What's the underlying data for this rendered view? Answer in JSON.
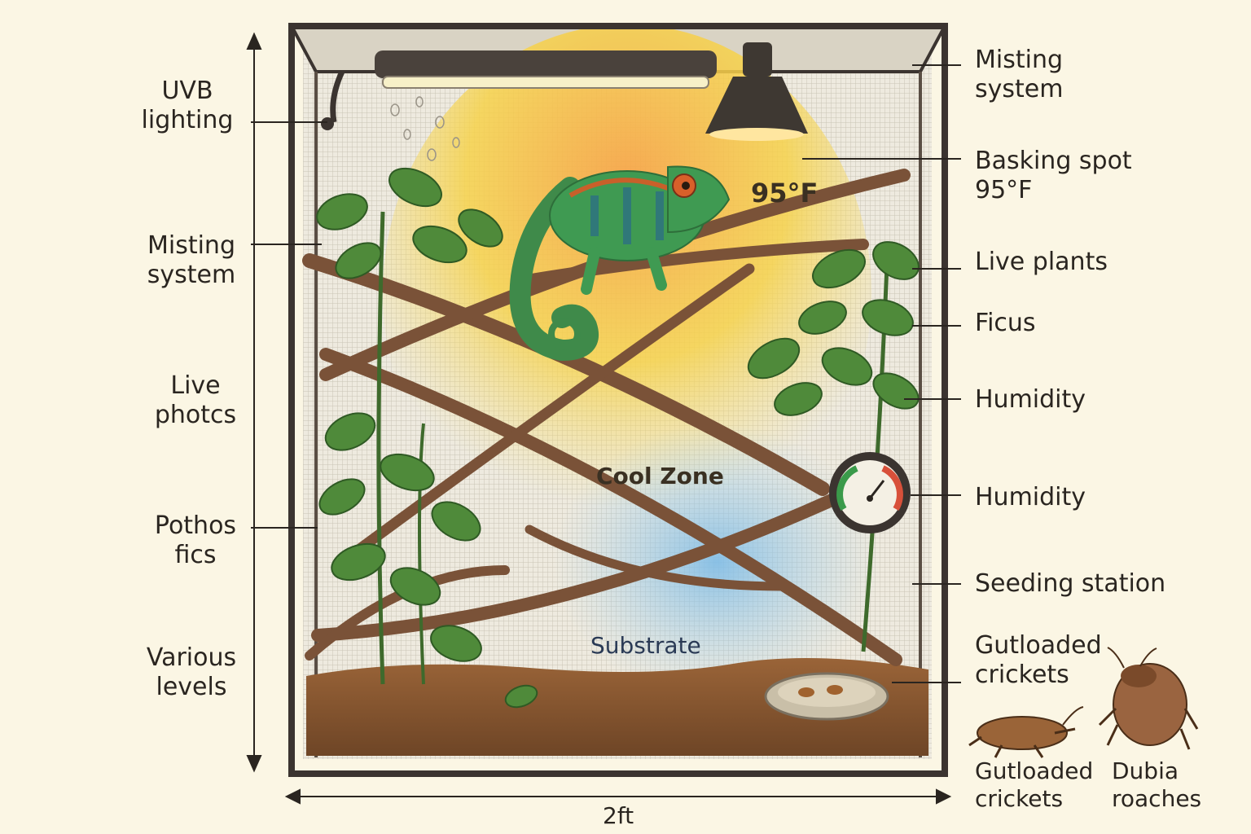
{
  "left_labels": {
    "uvb": "UVB\nlighting",
    "misting": "Misting\nsystem",
    "live": "Live\nphotcs",
    "pothos": "Pothos\nfics",
    "levels": "Various\nlevels"
  },
  "right_labels": {
    "misting": "Misting\nsystem",
    "basking": "Basking spot\n95°F",
    "live_plants": "Live plants",
    "ficus": "Ficus",
    "humidity1": "Humidity",
    "humidity2": "Humidity",
    "seeding": "Seeding station",
    "gutloaded": "Gutloaded\ncrickets"
  },
  "in_tank": {
    "temp": "95°F",
    "cool_zone": "Cool Zone",
    "substrate": "Substrate"
  },
  "feeders": {
    "crickets": "Gutloaded\ncrickets",
    "roaches": "Dubia\nroaches"
  },
  "dimension": {
    "width": "2ft"
  },
  "colors": {
    "frame": "#3b3430",
    "branch": "#7a5238",
    "leaf": "#4f8a3a",
    "soil": "#8a5a34",
    "warm": "#f5a040",
    "cool": "#8cc4e8"
  }
}
